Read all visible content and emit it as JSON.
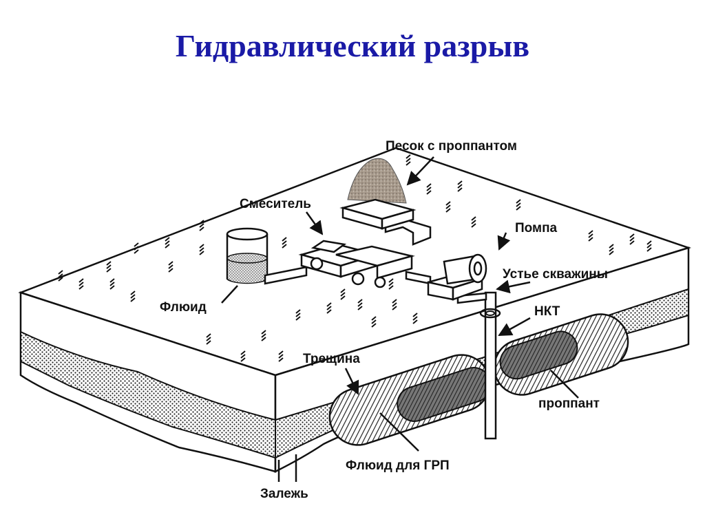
{
  "title": "Гидравлический разрыв",
  "labels": {
    "sand": "Песок с проппантом",
    "mixer": "Смеситель",
    "pump": "Помпа",
    "wellhead": "Устье скважины",
    "fluid": "Флюид",
    "tubing": "НКТ",
    "fracture": "Трещина",
    "proppant": "проппант",
    "frac_fluid": "Флюид для ГРП",
    "reservoir": "Залежь"
  },
  "colors": {
    "title": "#1a1aa6",
    "ink": "#111111",
    "sand": "#a79a8c"
  }
}
